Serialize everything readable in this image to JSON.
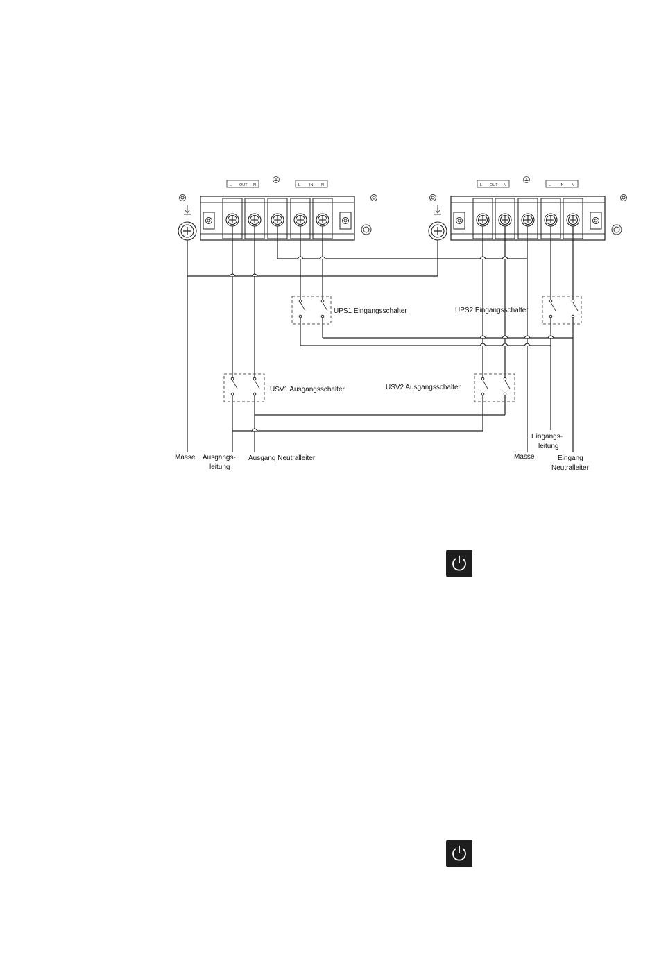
{
  "terminal_block_left": {
    "group_out_labels": [
      "L",
      "OUT",
      "N"
    ],
    "group_in_labels": [
      "L",
      "IN",
      "N"
    ]
  },
  "terminal_block_right": {
    "group_out_labels": [
      "L",
      "OUT",
      "N"
    ],
    "group_in_labels": [
      "L",
      "IN",
      "N"
    ]
  },
  "switches": {
    "ups1_input": "UPS1 Eingangsschalter",
    "ups2_input": "UPS2 Eingangsschalter",
    "usv1_output": "USV1 Ausgangsschalter",
    "usv2_output": "USV2 Ausgangsschalter"
  },
  "wire_labels": {
    "left_ground": "Masse",
    "left_output_line_1": "Ausgangs-",
    "left_output_line_2": "leitung",
    "left_output_neutral": "Ausgang Neutralleiter",
    "right_ground": "Masse",
    "right_input_line_1": "Eingangs-",
    "right_input_line_2": "leitung",
    "right_input_neutral_1": "Eingang",
    "right_input_neutral_2": "Neutralleiter"
  },
  "icons": [
    "power-icon",
    "power-icon"
  ]
}
